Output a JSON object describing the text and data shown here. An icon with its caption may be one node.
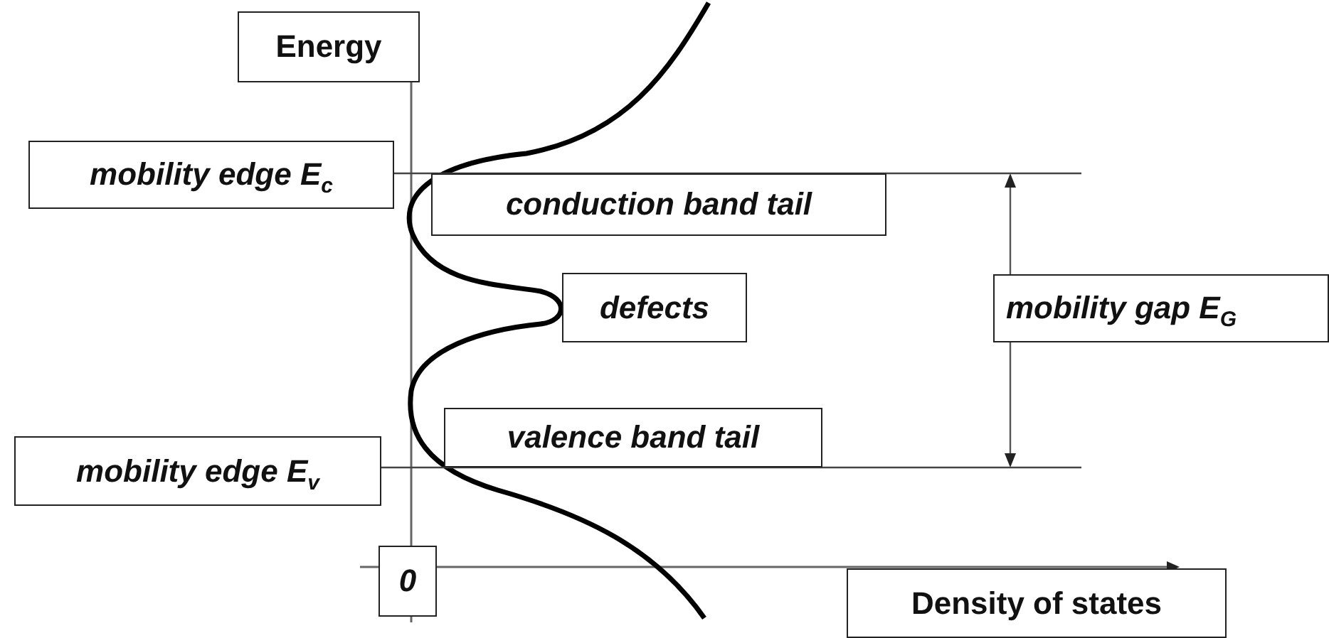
{
  "diagram": {
    "nodes": [
      {
        "text": [
          "Energy"
        ]
      },
      {
        "text": [
          "mobility edge E$_{c}$"
        ]
      },
      {
        "text": [
          "conduction band tail"
        ]
      },
      {
        "text": [
          "defects"
        ]
      },
      {
        "text": [
          "mobility gap E$_{G}$"
        ]
      },
      {
        "text": [
          "valence band tail"
        ]
      },
      {
        "text": [
          "mobility edge E$_{v}$"
        ]
      },
      {
        "text": [
          "0"
        ]
      },
      {
        "text": [
          "Density of states"
        ]
      }
    ],
    "edges": [
      {
        "from": 1,
        "to": null,
        "arrow": "none"
      },
      {
        "from": 6,
        "to": null,
        "arrow": "none"
      }
    ]
  }
}
